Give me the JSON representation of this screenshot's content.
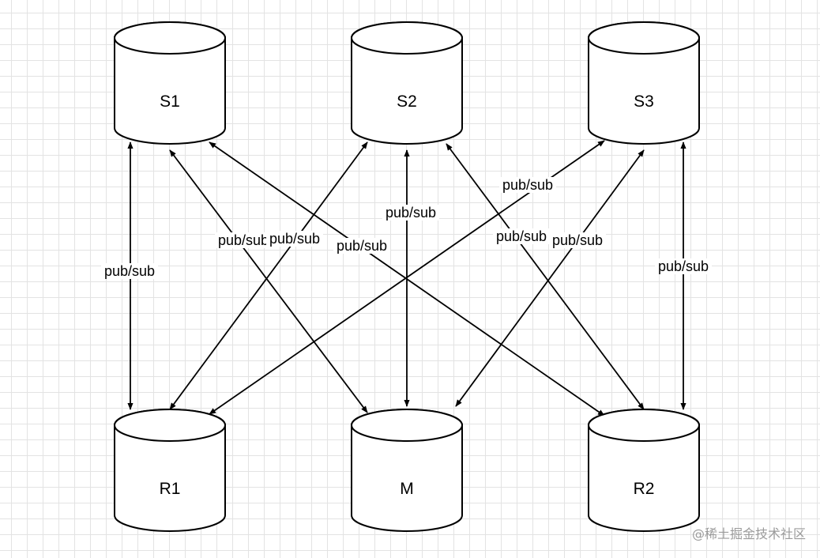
{
  "nodes": [
    {
      "id": "S1",
      "label": "S1"
    },
    {
      "id": "S2",
      "label": "S2"
    },
    {
      "id": "S3",
      "label": "S3"
    },
    {
      "id": "R1",
      "label": "R1"
    },
    {
      "id": "M",
      "label": "M"
    },
    {
      "id": "R2",
      "label": "R2"
    }
  ],
  "edges": [
    {
      "from": "S1",
      "to": "R1",
      "label": "pub/sub",
      "bidirectional": true
    },
    {
      "from": "S1",
      "to": "M",
      "label": "pub/sub",
      "bidirectional": true
    },
    {
      "from": "S1",
      "to": "R2",
      "label": "pub/sub",
      "bidirectional": true
    },
    {
      "from": "S2",
      "to": "R1",
      "label": "pub/sub",
      "bidirectional": true
    },
    {
      "from": "S2",
      "to": "M",
      "label": "pub/sub",
      "bidirectional": true
    },
    {
      "from": "S2",
      "to": "R2",
      "label": "pub/sub",
      "bidirectional": true
    },
    {
      "from": "S3",
      "to": "R1",
      "label": "pub/sub",
      "bidirectional": true
    },
    {
      "from": "S3",
      "to": "M",
      "label": "pub/sub",
      "bidirectional": true
    },
    {
      "from": "S3",
      "to": "R2",
      "label": "pub/sub",
      "bidirectional": true
    }
  ],
  "watermark": "@稀土掘金技术社区"
}
